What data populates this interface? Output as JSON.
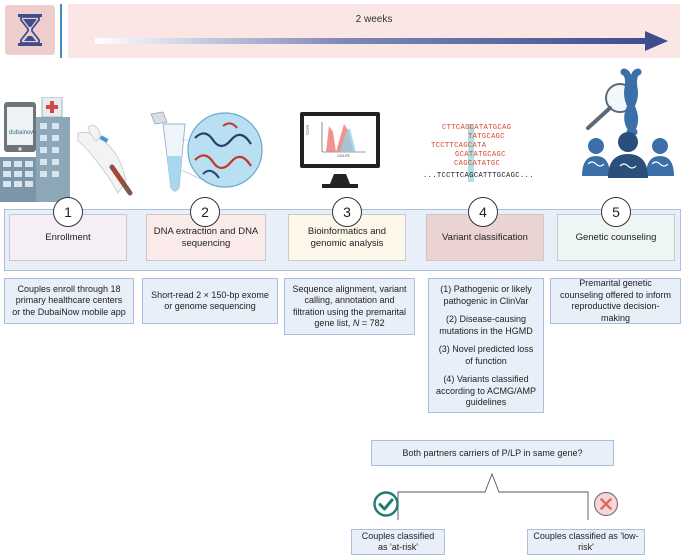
{
  "timeline": {
    "label": "2 weeks",
    "colors": {
      "band": "#fbe6e6",
      "arrow": "#3f4d8f",
      "hourglass_bg": "#f0cdcd"
    }
  },
  "icons": {
    "hourglass": "hourglass-icon",
    "enrollment": "hospital-tablet-blood-draw-icon",
    "dna": "test-tube-dna-icon",
    "bioinformatics": "monitor-histogram-icon",
    "sequence": "dna-sequence-alignment",
    "counseling": "chromosome-family-icon",
    "check": "check-circle-icon",
    "cross": "cross-circle-icon"
  },
  "logo_text": "dubainow",
  "histogram": {
    "xlabel": "CD3-PE",
    "ylabel": "Count"
  },
  "sequences": {
    "lines": [
      "CTTCAGCATATGCAG",
      "TATGCAGC",
      "TCCTTCAGCATA",
      "GCATATGCAGC",
      "CAGCATATGC",
      "...TCCTTCAGCATTTGCAGC..."
    ],
    "colors": {
      "red": "#d8442f",
      "dark": "#222222",
      "highlight": "#8fd3d6"
    }
  },
  "stages": [
    {
      "number": "1",
      "title": "Enrollment",
      "color": "#f6eef6",
      "description": "Couples enroll through 18 primary healthcare centers or the DubaiNow mobile app"
    },
    {
      "number": "2",
      "title": "DNA extraction and DNA sequencing",
      "color": "#fbeceb",
      "description": "Short-read 2 × 150-bp exome or genome sequencing"
    },
    {
      "number": "3",
      "title": "Bioinformatics and genomic analysis",
      "color": "#fdf7ea",
      "description": "Sequence alignment, variant calling, annotation and filtration using the premarital gene list,",
      "description_n": "N",
      "description_tail": " = 782"
    },
    {
      "number": "4",
      "title": "Variant classification",
      "color": "#ecd3d3",
      "criteria": [
        "(1) Pathogenic or likely pathogenic in ClinVar",
        "(2) Disease-causing mutations in the HGMD",
        "(3) Novel predicted loss of function",
        "(4) Variants classified according to ACMG/AMP guidelines"
      ]
    },
    {
      "number": "5",
      "title": "Genetic counseling",
      "color": "#eef5f5",
      "description": "Premarital genetic counseling offered to inform reproductive decision-making"
    }
  ],
  "decision": {
    "question": "Both partners carriers of P/LP in same gene?",
    "yes_outcome": "Couples classified as 'at-risk'",
    "no_outcome": "Couples classified as 'low-risk'",
    "colors": {
      "check": "#1f7d74",
      "cross_fill": "#f7d7d5",
      "cross_mark": "#e06a66"
    }
  }
}
